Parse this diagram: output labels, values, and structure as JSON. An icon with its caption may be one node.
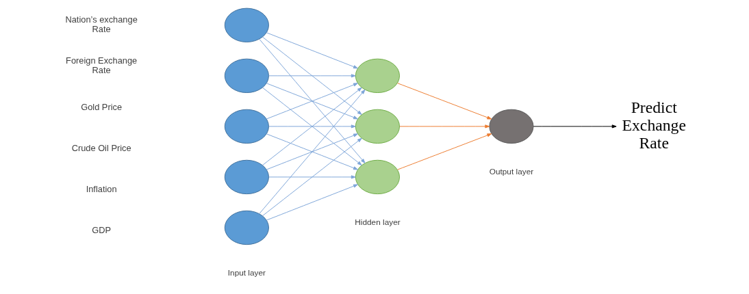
{
  "diagram": {
    "nodes": [
      {
        "text": [],
        "shape": "circle"
      },
      {
        "text": [],
        "shape": "circle"
      },
      {
        "text": [],
        "shape": "circle"
      },
      {
        "text": [],
        "shape": "circle"
      },
      {
        "text": [],
        "shape": "circle"
      },
      {
        "text": [],
        "shape": "circle"
      },
      {
        "text": [],
        "shape": "circle"
      },
      {
        "text": [],
        "shape": "circle"
      },
      {
        "text": [],
        "shape": "circle"
      },
      {
        "text": [
          "Predict Exchange Rate"
        ]
      }
    ],
    "edges": [
      {
        "from": 0,
        "to": 5,
        "arrow": "to"
      },
      {
        "from": 0,
        "to": 6,
        "arrow": "to"
      },
      {
        "from": 0,
        "to": 7,
        "arrow": "to"
      },
      {
        "from": 1,
        "to": 5,
        "arrow": "to"
      },
      {
        "from": 1,
        "to": 6,
        "arrow": "to"
      },
      {
        "from": 1,
        "to": 7,
        "arrow": "to"
      },
      {
        "from": 2,
        "to": 5,
        "arrow": "to"
      },
      {
        "from": 2,
        "to": 6,
        "arrow": "to"
      },
      {
        "from": 2,
        "to": 7,
        "arrow": "to"
      },
      {
        "from": 3,
        "to": 5,
        "arrow": "to"
      },
      {
        "from": 3,
        "to": 6,
        "arrow": "to"
      },
      {
        "from": 3,
        "to": 7,
        "arrow": "to"
      },
      {
        "from": 4,
        "to": 5,
        "arrow": "to"
      },
      {
        "from": 4,
        "to": 6,
        "arrow": "to"
      },
      {
        "from": 4,
        "to": 7,
        "arrow": "to"
      },
      {
        "from": 5,
        "to": 8,
        "arrow": "to",
        "color": "#ed7d31"
      },
      {
        "from": 6,
        "to": 8,
        "arrow": "to",
        "color": "#ed7d31"
      },
      {
        "from": 7,
        "to": 8,
        "arrow": "to",
        "color": "#ed7d31"
      },
      {
        "from": 8,
        "to": 9,
        "arrow": "to",
        "color": "#000000"
      }
    ],
    "labels": [
      "Nation’s exchange Rate",
      "Foreign Exchange Rate",
      "Gold Price",
      "Crude Oil Price",
      "Inflation",
      "GDP",
      "Input layer",
      "Hidden layer",
      "Output layer"
    ]
  }
}
